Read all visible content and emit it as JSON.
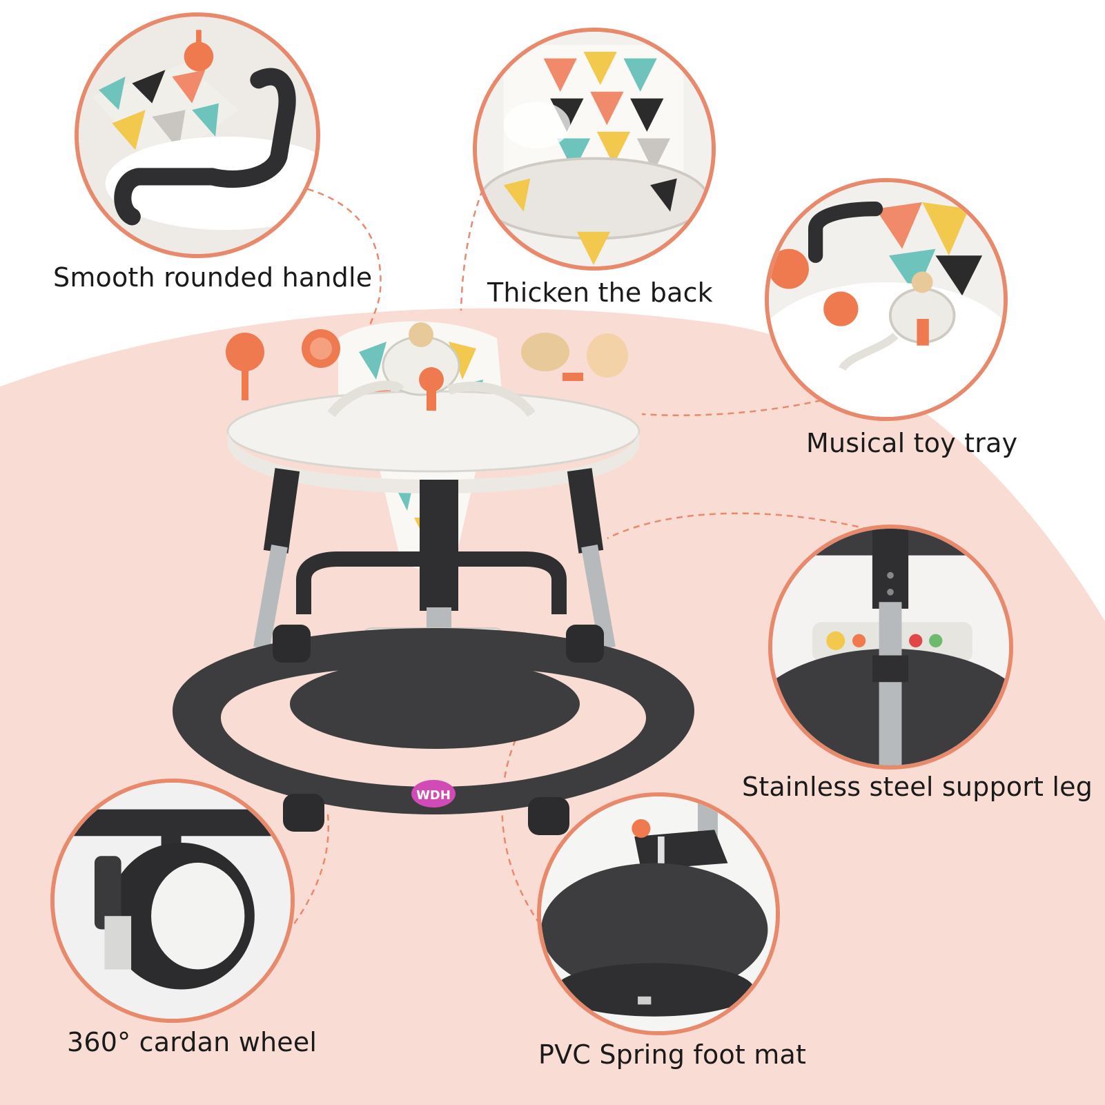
{
  "theme": {
    "background": "#ffffff",
    "pink_area": "#f9ddd4",
    "accent": "#e9896b",
    "frame_dark": "#3d3d3f",
    "tray_white": "#f4f2ef",
    "toy_orange": "#f07a4f",
    "toy_beige": "#e8c99a"
  },
  "features": [
    {
      "id": "handle",
      "label": "Smooth rounded handle",
      "icon": "handle-closeup-photo"
    },
    {
      "id": "back",
      "label": "Thicken the back",
      "icon": "seat-back-closeup-photo"
    },
    {
      "id": "tray",
      "label": "Musical toy tray",
      "icon": "toy-tray-closeup-photo"
    },
    {
      "id": "leg",
      "label": "Stainless steel support leg",
      "icon": "support-leg-closeup-photo"
    },
    {
      "id": "wheel",
      "label": "360° cardan wheel",
      "icon": "wheel-closeup-photo"
    },
    {
      "id": "mat",
      "label": "PVC Spring foot mat",
      "icon": "foot-mat-closeup-photo"
    }
  ],
  "product": {
    "brand_badge": "WDH",
    "icon": "baby-walker-photo"
  }
}
